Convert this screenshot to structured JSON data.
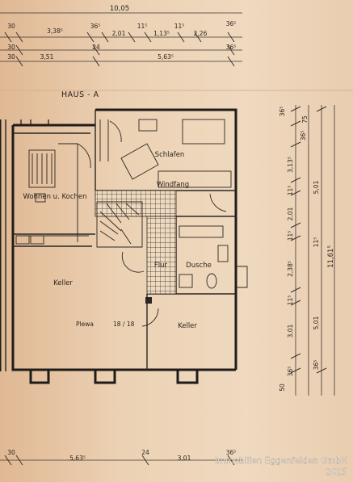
{
  "title": "HAUS - A",
  "rooms": {
    "schlafen": "Schlafen",
    "windfang": "Windfang",
    "wohnen": "Wohnen u. Kochen",
    "flur": "Flur",
    "dusche": "Dusche",
    "keller_left": "Keller",
    "keller_right": "Keller",
    "plewa": "Plewa",
    "plewa_value": "18 / 18"
  },
  "dimensions_top": {
    "total": "10,05",
    "r1": [
      "30",
      "3,38⁵",
      "36⁵",
      "2,01",
      "11⁵",
      "1,13⁵",
      "11⁵",
      "2,26",
      "36⁵"
    ],
    "r2": [
      "30",
      "24",
      "36⁵"
    ],
    "r3": [
      "30",
      "3,51",
      "5,63⁵"
    ]
  },
  "dimensions_right": {
    "outer": [
      "36⁵",
      "75",
      "36⁵",
      "3,13⁵",
      "11⁵",
      "2,01",
      "11⁵",
      "2,38⁵",
      "11⁵",
      "3,01",
      "50",
      "36⁵"
    ],
    "inner": [
      "5,01",
      "11⁵",
      "5,01",
      "36⁵"
    ],
    "total": "11,61⁵"
  },
  "dimensions_bottom": [
    "30",
    "5,63⁵",
    "24",
    "3,01",
    "36⁵"
  ],
  "watermark": {
    "line1": "Immobilien Eggenfelden GmbH",
    "line2": "2025"
  }
}
